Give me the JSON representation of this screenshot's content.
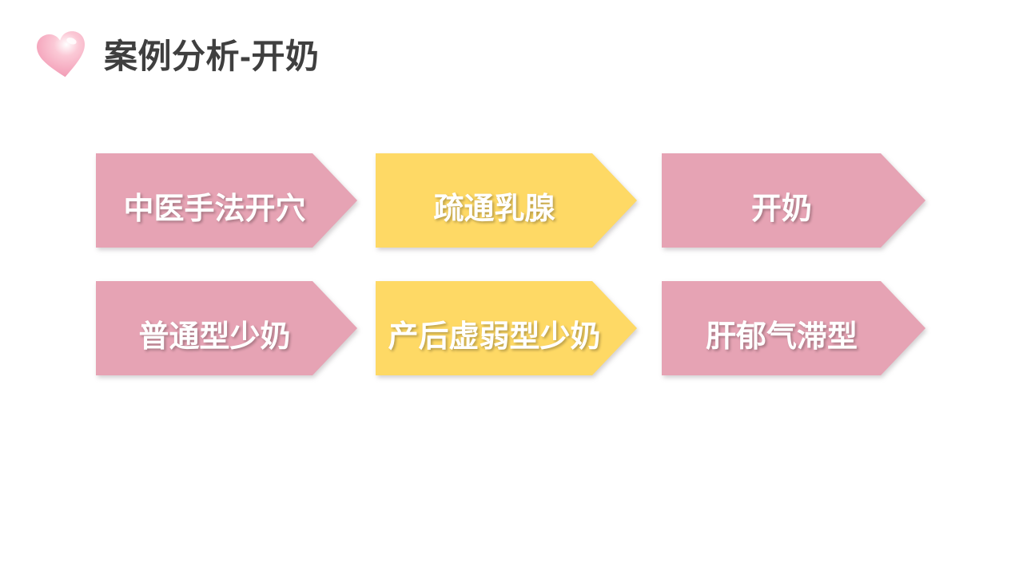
{
  "header": {
    "title": "案例分析-开奶",
    "icon": "heart-icon"
  },
  "colors": {
    "background": "#ffffff",
    "title_text": "#3f3f3f",
    "arrow_pink": "#e6a3b4",
    "arrow_yellow": "#fed965",
    "arrow_label_text": "#ffffff",
    "heart_pink": "#f5a9bf"
  },
  "flow": {
    "rows": [
      {
        "items": [
          {
            "label": "中医手法开穴",
            "color": "pink"
          },
          {
            "label": "疏通乳腺",
            "color": "yellow"
          },
          {
            "label": "开奶",
            "color": "pink"
          }
        ]
      },
      {
        "items": [
          {
            "label": "普通型少奶",
            "color": "pink"
          },
          {
            "label": "产后虚弱型少奶",
            "color": "yellow"
          },
          {
            "label": "肝郁气滞型",
            "color": "pink"
          }
        ]
      }
    ]
  }
}
